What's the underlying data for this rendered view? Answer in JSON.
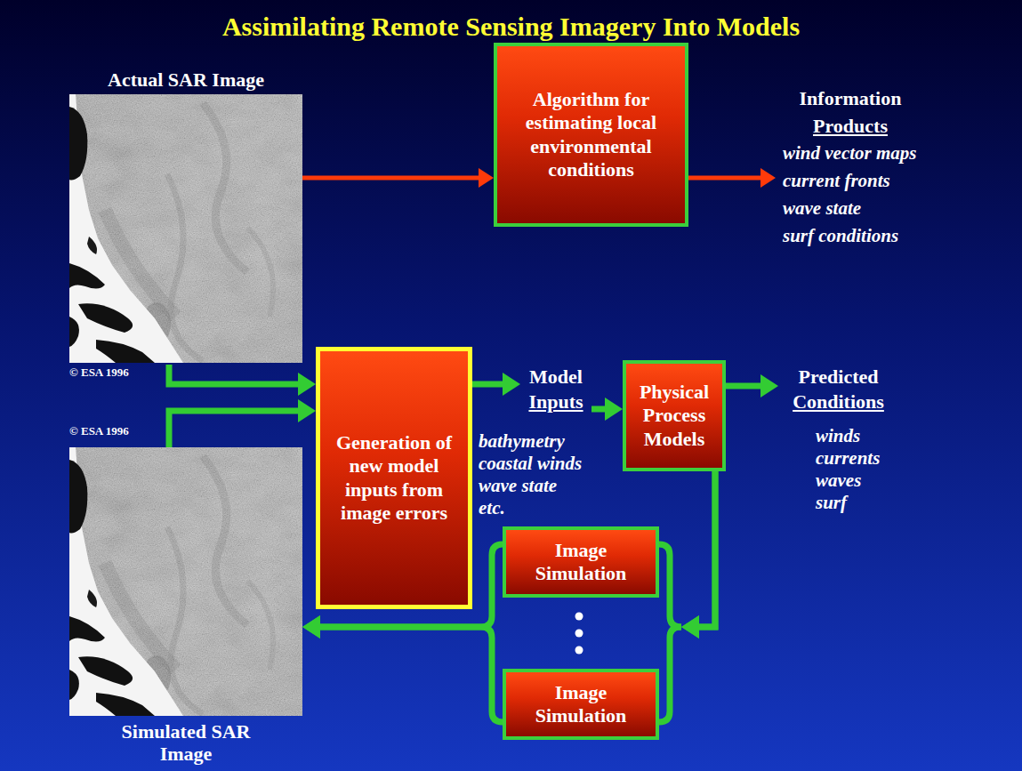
{
  "diagram": {
    "title": "Assimilating Remote Sensing Imagery Into Models",
    "nodes": [
      {
        "text": [
          "Actual SAR Image"
        ]
      },
      {
        "text": [
          "Algorithm for estimating local environmental conditions"
        ]
      },
      {
        "text": [
          "Information",
          "Products",
          "wind vector maps",
          "current fronts",
          "wave state",
          "surf conditions"
        ]
      },
      {
        "text": [
          "Generation of new model inputs from image errors"
        ]
      },
      {
        "text": [
          "Model",
          "Inputs",
          "bathymetry",
          "coastal winds",
          "wave state",
          "etc."
        ]
      },
      {
        "text": [
          "Physical Process Models"
        ]
      },
      {
        "text": [
          "Predicted",
          "Conditions",
          "winds",
          "currents",
          "waves",
          "surf"
        ]
      },
      {
        "text": [
          "Image Simulation"
        ]
      },
      {
        "text": [
          "Image Simulation"
        ]
      },
      {
        "text": [
          "Simulated SAR Image"
        ]
      }
    ],
    "edges": [
      {
        "from": 0,
        "to": 1,
        "arrow": "to"
      },
      {
        "from": 1,
        "to": 2,
        "arrow": "to"
      },
      {
        "from": 0,
        "to": 3,
        "arrow": "to"
      },
      {
        "from": 9,
        "to": 3,
        "arrow": "to"
      },
      {
        "from": 3,
        "to": 4,
        "arrow": "to"
      },
      {
        "from": 4,
        "to": 5,
        "arrow": "to"
      },
      {
        "from": 5,
        "to": 6,
        "arrow": "to"
      },
      {
        "from": 5,
        "to": 7,
        "arrow": "to"
      },
      {
        "from": 5,
        "to": 8,
        "arrow": "to"
      },
      {
        "from": 7,
        "to": 9,
        "arrow": "to"
      },
      {
        "from": 8,
        "to": 9,
        "arrow": "to"
      }
    ],
    "labels": [
      "© ESA 1996",
      "© ESA 1996"
    ]
  }
}
